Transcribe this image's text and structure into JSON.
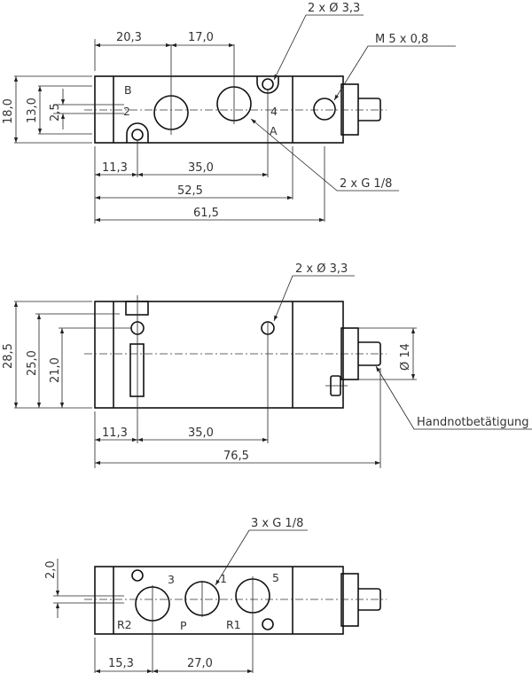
{
  "views": {
    "top": {
      "dimensions": {
        "d1": "20,3",
        "d2": "17,0",
        "h_total": "18,0",
        "h_inner": "13,0",
        "h_small": "2,5",
        "x1": "11,3",
        "x2": "35,0",
        "x3": "52,5",
        "x4": "61,5"
      },
      "callouts": {
        "holes": "2 x Ø 3,3",
        "thread": "M 5 x 0,8",
        "ports": "2 x G 1/8"
      },
      "port_labels": {
        "b": "B",
        "two": "2",
        "four": "4",
        "a": "A"
      }
    },
    "side": {
      "dimensions": {
        "h1": "28,5",
        "h2": "25,0",
        "h3": "21,0",
        "x1": "11,3",
        "x2": "35,0",
        "x3": "76,5",
        "dia": "Ø 14"
      },
      "callouts": {
        "holes": "2 x Ø 3,3",
        "manual": "Handnotbetätigung"
      }
    },
    "bottom": {
      "dimensions": {
        "h": "2,0",
        "x1": "15,3",
        "x2": "27,0"
      },
      "callouts": {
        "ports": "3 x G 1/8"
      },
      "port_labels": {
        "three": "3",
        "one": "1",
        "five": "5",
        "r2": "R2",
        "p": "P",
        "r1": "R1"
      }
    }
  }
}
